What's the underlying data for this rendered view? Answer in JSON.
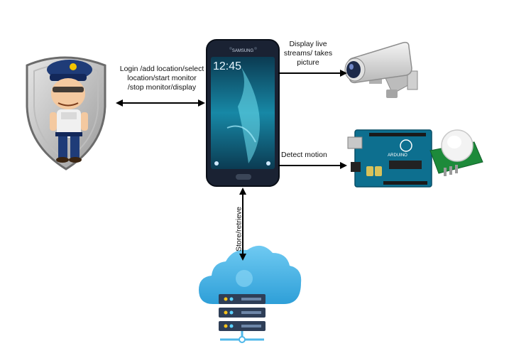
{
  "diagram": {
    "nodes": {
      "user": {
        "icon": "security-guard-icon"
      },
      "phone": {
        "icon": "smartphone-icon",
        "brand": "SAMSUNG",
        "time": "12:45"
      },
      "camera": {
        "icon": "security-camera-icon"
      },
      "arduino": {
        "icon": "arduino-board-icon",
        "brand": "ARDUINO"
      },
      "pir": {
        "icon": "pir-motion-sensor-icon"
      },
      "cloud": {
        "icon": "cloud-server-icon"
      }
    },
    "edges": {
      "user_phone": {
        "line1": "Login /add location/select",
        "line2": "location/start monitor",
        "line3": "/stop monitor/display"
      },
      "phone_camera": {
        "line1": "Display live",
        "line2": "streams/ takes",
        "line3": "picture"
      },
      "phone_arduino": {
        "label": "Detect motion"
      },
      "phone_cloud": {
        "label": "Store/retrieve"
      }
    }
  },
  "colors": {
    "arrow": "#000000",
    "shield_outer": "#8c8c8c",
    "shield_inner": "#c8c8c8",
    "police_blue": "#1f3c78",
    "phone_body": "#1a2233",
    "phone_screen": "#0b5f7c",
    "camera_body": "#dcdcdc",
    "camera_lens": "#1d2a4a",
    "arduino_board": "#0d6f8f",
    "pir_board": "#1d8a3a",
    "cloud": "#4fb8ea",
    "server": "#2e3e57"
  }
}
